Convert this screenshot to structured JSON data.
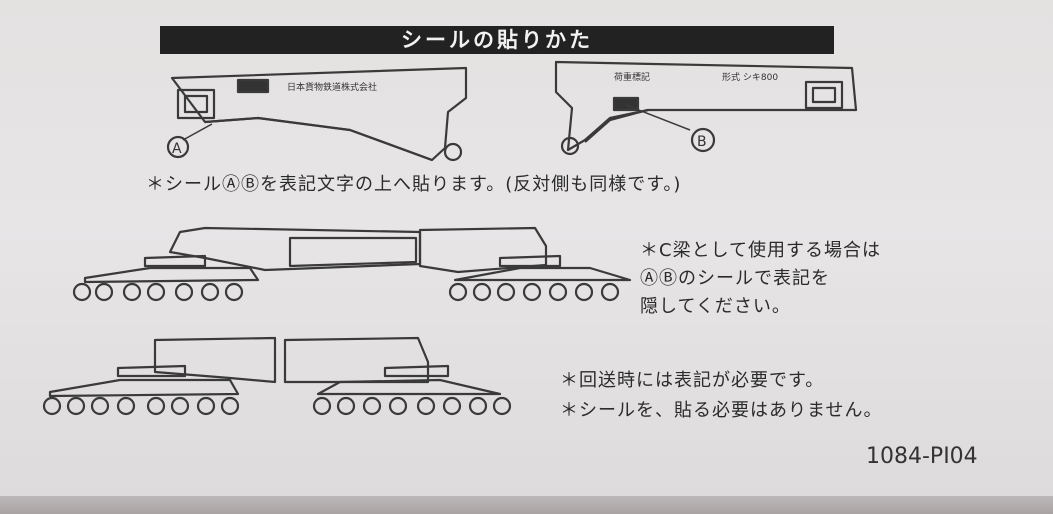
{
  "title": "シールの貼りかた",
  "car_a": {
    "company": "日本貨物鉄道株式会社",
    "marker": "A"
  },
  "car_b": {
    "warning": "荷重標記",
    "type": "形式 シキ800",
    "marker": "B"
  },
  "note_sticker": "＊シールⒶⒷを表記文字の上へ貼ります。(反対側も同様です。)",
  "note_c_beam": [
    "＊C梁として使用する場合は",
    "ⒶⒷのシールで表記を",
    "隠してください。"
  ],
  "note_deadhead": [
    "＊回送時には表記が必要です。",
    "＊シールを、貼る必要はありません。"
  ],
  "product_code": "1084-PI04",
  "colors": {
    "banner": "#222222",
    "ink": "#2b2b2b",
    "paper": "#e6e3e4"
  }
}
